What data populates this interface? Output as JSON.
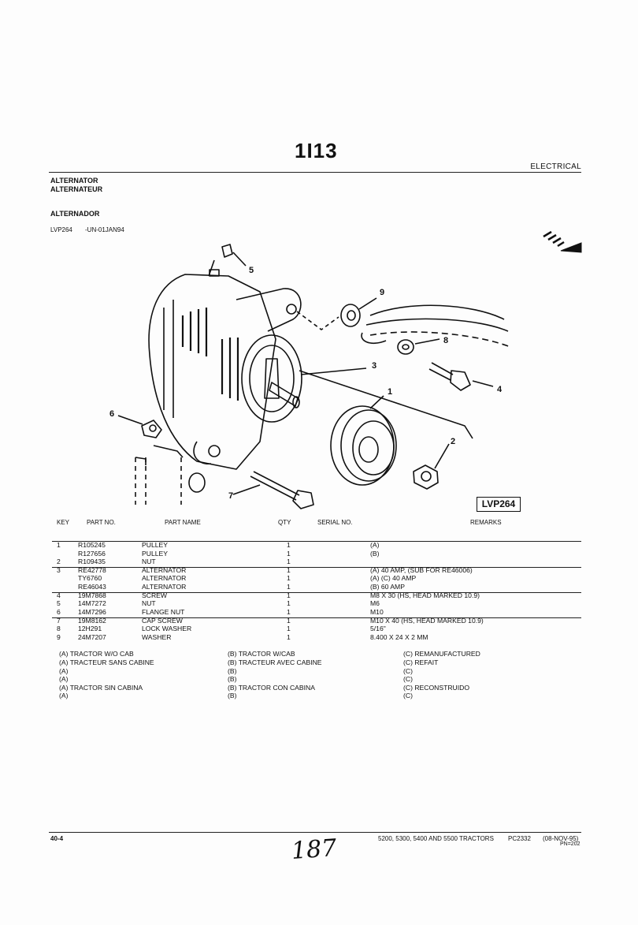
{
  "page": {
    "code": "1I13",
    "section": "ELECTRICAL",
    "title_en": "ALTERNATOR",
    "title_fr": "ALTERNATEUR",
    "title_es": "ALTERNADOR",
    "illus_id": "LVP264",
    "illus_date": "-UN-01JAN94"
  },
  "diagram": {
    "label_box": "LVP264",
    "callouts": [
      "1",
      "2",
      "3",
      "4",
      "5",
      "6",
      "7",
      "8",
      "9"
    ]
  },
  "table": {
    "headers": {
      "key": "KEY",
      "part": "PART NO.",
      "name": "PART NAME",
      "qty": "QTY",
      "serial": "SERIAL NO.",
      "remarks": "REMARKS"
    },
    "rows": [
      {
        "key": "1",
        "part": "R105245",
        "name": "PULLEY",
        "qty": "1",
        "remarks": "(A)"
      },
      {
        "key": "",
        "part": "R127656",
        "name": "PULLEY",
        "qty": "1",
        "remarks": "(B)"
      },
      {
        "key": "2",
        "part": "R109435",
        "name": "NUT",
        "qty": "1",
        "remarks": ""
      },
      {
        "key": "3",
        "part": "RE42778",
        "name": "ALTERNATOR",
        "qty": "1",
        "remarks": "(A) 40 AMP, (SUB FOR RE46006)"
      },
      {
        "key": "",
        "part": "TY6760",
        "name": "ALTERNATOR",
        "qty": "1",
        "remarks": "(A) (C) 40 AMP"
      },
      {
        "key": "",
        "part": "RE46043",
        "name": "ALTERNATOR",
        "qty": "1",
        "remarks": "(B) 60 AMP"
      },
      {
        "key": "4",
        "part": "19M7868",
        "name": "SCREW",
        "qty": "1",
        "remarks": "M8 X 30 (HS, HEAD MARKED 10.9)"
      },
      {
        "key": "5",
        "part": "14M7272",
        "name": "NUT",
        "qty": "1",
        "remarks": "M6"
      },
      {
        "key": "6",
        "part": "14M7296",
        "name": "FLANGE NUT",
        "qty": "1",
        "remarks": "M10"
      },
      {
        "key": "7",
        "part": "19M8162",
        "name": "CAP SCREW",
        "qty": "1",
        "remarks": "M10 X 40 (HS, HEAD MARKED 10.9)"
      },
      {
        "key": "8",
        "part": "12H291",
        "name": "LOCK WASHER",
        "qty": "1",
        "remarks": "5/16\""
      },
      {
        "key": "9",
        "part": "24M7207",
        "name": "WASHER",
        "qty": "1",
        "remarks": "8.400 X 24 X 2 MM"
      }
    ]
  },
  "notes": {
    "col_a": [
      "(A) TRACTOR W/O CAB",
      "(A) TRACTEUR SANS CABINE",
      "(A)",
      "(A)",
      "(A) TRACTOR SIN CABINA",
      "(A)"
    ],
    "col_b": [
      "(B) TRACTOR W/CAB",
      "(B) TRACTEUR AVEC CABINE",
      "(B)",
      "(B)",
      "(B) TRACTOR CON CABINA",
      "(B)"
    ],
    "col_c": [
      "(C) REMANUFACTURED",
      "(C) REFAIT",
      "(C)",
      "(C)",
      "(C) RECONSTRUIDO",
      "(C)"
    ]
  },
  "footer": {
    "page_no": "40-4",
    "models": "5200, 5300, 5400 AND 5500 TRACTORS",
    "pc": "PC2332",
    "date": "(08-NOV-95)",
    "pn": "PN=202",
    "handwritten": "187"
  }
}
